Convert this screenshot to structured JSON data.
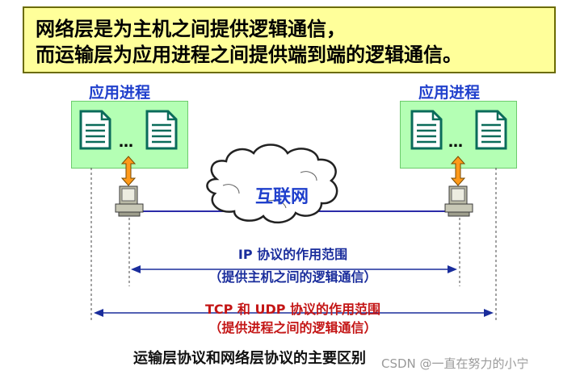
{
  "banner": {
    "line1": "网络层是为主机之间提供逻辑通信，",
    "line2": "而运输层为应用进程之间提供端到端的逻辑通信。"
  },
  "left_host": {
    "label": "应用进程",
    "dots": "…",
    "doc_icon": "document-icon",
    "computer_icon": "computer-icon"
  },
  "right_host": {
    "label": "应用进程",
    "dots": "…",
    "doc_icon": "document-icon",
    "computer_icon": "computer-icon"
  },
  "cloud": {
    "label": "互联网",
    "icon": "cloud-icon"
  },
  "ip_range": {
    "line1": "IP 协议的作用范围",
    "line2": "（提供主机之间的逻辑通信）"
  },
  "tcp_range": {
    "line1": "TCP 和 UDP 协议的作用范围",
    "line2": "（提供进程之间的逻辑通信）"
  },
  "caption": "运输层协议和网络层协议的主要区别",
  "watermark": "CSDN @一直在努力的小宁",
  "colors": {
    "banner_bg": "#ffff9a",
    "process_box": "#b4ffb4",
    "label_blue": "#1f3fcc",
    "range_blue": "#1a2d9c",
    "range_red": "#c41616",
    "arrow_orange": "#ff9a1a"
  }
}
